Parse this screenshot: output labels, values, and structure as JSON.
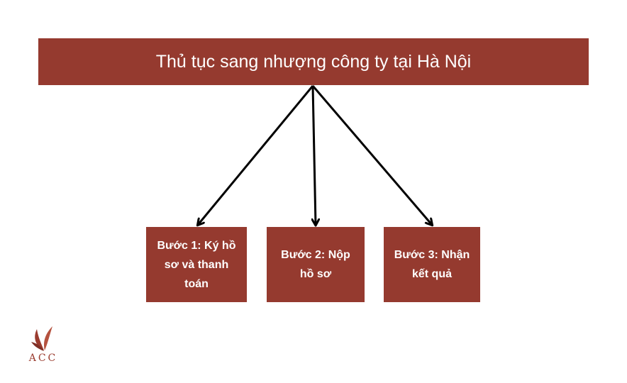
{
  "title": "Thủ tục sang nhượng công ty tại Hà Nội",
  "steps": [
    {
      "label": "Bước 1: Ký hồ sơ và thanh toán"
    },
    {
      "label": "Bước 2: Nộp hồ sơ"
    },
    {
      "label": "Bước 3: Nhận kết quả"
    }
  ],
  "logo": {
    "text": "ACC"
  },
  "colors": {
    "box_fill": "#953a2f",
    "box_text": "#ffffff",
    "arrow": "#000000",
    "logo": "#9a3b2e"
  }
}
